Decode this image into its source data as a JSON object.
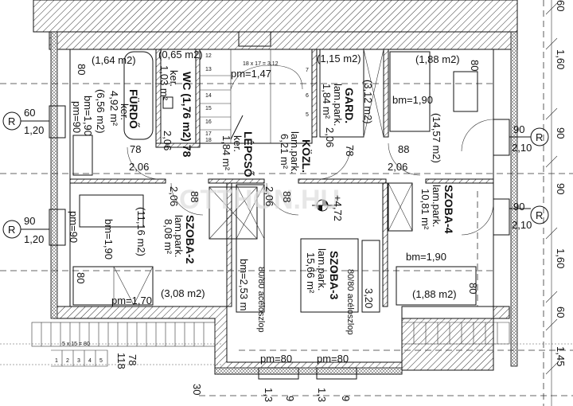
{
  "watermark": "OTTHON.HU",
  "rooms": {
    "furdo": {
      "name": "FÜRDŐ",
      "floor": "ker.",
      "area": "4,92 m²",
      "total": "(6,56 m2)",
      "sub": "(1,64 m2)",
      "bm": "bm=1,90",
      "pm": "pm=90",
      "dim": "80"
    },
    "wc": {
      "name": "WC (1,76 m2) 78",
      "floor": "ker.",
      "area": "1,03 m²",
      "sub": "(0,65 m2)",
      "door_h": "2,06"
    },
    "furdo_door": {
      "w": "78",
      "h": "2,06"
    },
    "lepcso": {
      "name": "LÉPCSŐ",
      "floor": "ker.",
      "area": "1,84 m²",
      "stair_spec": "18 x 17 = 3,12",
      "pm": "pm=1,47",
      "steps": [
        "12",
        "13",
        "14",
        "15",
        "16",
        "17",
        "18"
      ],
      "steps_right": [
        "7",
        "6",
        "5"
      ]
    },
    "kozl": {
      "name": "KÖZL.",
      "floor": "lam.park.",
      "area": "6,21 m²"
    },
    "gard": {
      "name": "GARD.",
      "floor": "lam.park.",
      "area": "1,84 m²",
      "sub": "(1,15 m2)",
      "sub2": "(3,12 m2)",
      "door_h": "2,06",
      "door_w": "78"
    },
    "szoba1": {
      "total": "(14,57 m2)",
      "sub": "(1,88 m2)",
      "bm": "bm=1,90",
      "dim": "80",
      "door_w": "88",
      "door_h": "2,06"
    },
    "szoba2": {
      "name": "SZOBA-2",
      "floor": "lam.park.",
      "area": "8,08 m²",
      "total": "(11,16 m2)",
      "sub": "(3,08 m2)",
      "bm": "bm=1,90",
      "pm": "pm=90",
      "pm2": "pm=1,70",
      "dim": "80",
      "door_h": "2,06",
      "door_w": "88"
    },
    "szoba3": {
      "name": "SZOBA-3",
      "floor": "lam.park.",
      "area": "15,66 m²",
      "column": "80/80 acéloszlop",
      "dim": "3,20",
      "door_h": "2,06",
      "door_w": "88",
      "level": "+4,72"
    },
    "szoba4": {
      "name": "SZOBA-4",
      "floor": "lam.park.",
      "area": "10,81 m²",
      "sub": "(1,88 m2)",
      "bm": "bm=1,90",
      "dim": "80"
    },
    "central": {
      "bm": "bm=2,53 m",
      "column": "80/80 acéloszlop"
    }
  },
  "windows": [
    {
      "id": "left-1",
      "marker": "R",
      "w": "60",
      "h": "1,20"
    },
    {
      "id": "left-2",
      "marker": "R",
      "w": "90",
      "h": "1,20"
    },
    {
      "id": "right-1",
      "marker": "R",
      "w": "90",
      "h": "2,10"
    },
    {
      "id": "right-2",
      "marker": "R",
      "w": "90",
      "h": "2,10"
    },
    {
      "id": "bottom-1",
      "pm": "pm=80"
    },
    {
      "id": "bottom-2",
      "pm": "pm=80"
    }
  ],
  "dimensions": {
    "right": [
      "60",
      "1,60",
      "90",
      "90",
      "1,60",
      "60",
      "1,45"
    ],
    "bottom": [
      "30",
      "1,3",
      "9",
      "1,3",
      "9"
    ],
    "terrace": {
      "stair_spec": "5 x 15 = 80",
      "steps": [
        "1",
        "2",
        "3",
        "4",
        "5"
      ],
      "d1": "78",
      "d2": "118"
    }
  }
}
